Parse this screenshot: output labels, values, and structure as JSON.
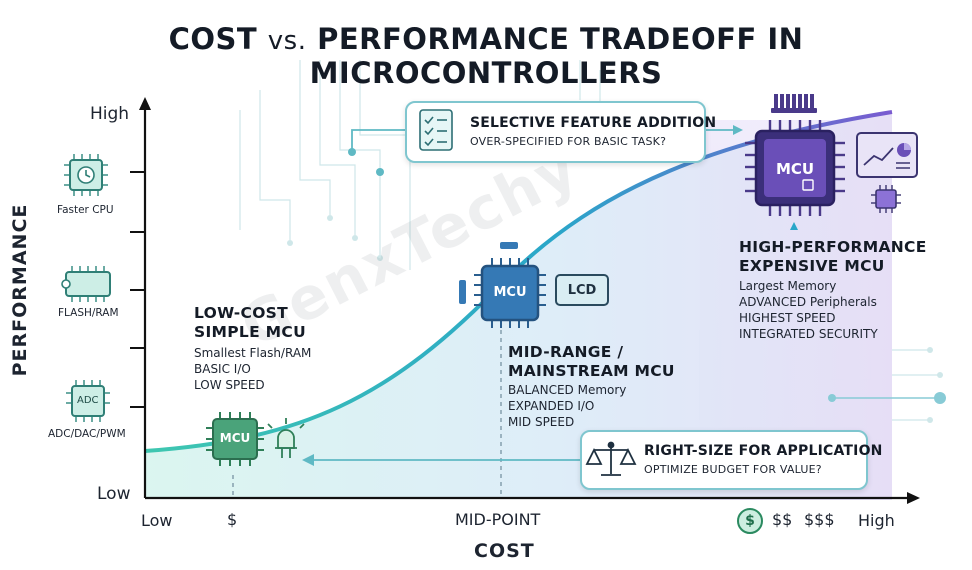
{
  "title_main_1": "COST",
  "title_vs": "vs.",
  "title_main_2": "PERFORMANCE TRADEOFF IN MICROCONTROLLERS",
  "y_axis": {
    "label": "PERFORMANCE",
    "high": "High",
    "low": "Low"
  },
  "x_axis": {
    "label": "COST",
    "low": "Low",
    "tick_1": "$",
    "mid": "MID-POINT",
    "tick_2": "$$",
    "tick_3": "$$$",
    "high": "High",
    "coin": "$"
  },
  "sidebar": {
    "cpu": "Faster CPU",
    "mem": "FLASH/RAM",
    "adc_chip": "ADC",
    "adc": "ADC/DAC/PWM"
  },
  "low_cost": {
    "title_1": "LOW-COST",
    "title_2": "SIMPLE MCU",
    "items": [
      "Smallest Flash/RAM",
      "BASIC I/O",
      "LOW SPEED"
    ],
    "chip": "MCU"
  },
  "mid_range": {
    "title_1": "MID-RANGE /",
    "title_2": "MAINSTREAM MCU",
    "items": [
      "BALANCED Memory",
      "EXPANDED I/O",
      "MID SPEED"
    ],
    "chip": "MCU",
    "lcd": "LCD"
  },
  "high_perf": {
    "title_1": "HIGH-PERFORMANCE",
    "title_2": "EXPENSIVE MCU",
    "items": [
      "Largest Memory",
      "ADVANCED Peripherals",
      "HIGHEST SPEED",
      "INTEGRATED SECURITY"
    ],
    "chip": "MCU"
  },
  "callout_top": {
    "title": "SELECTIVE FEATURE ADDITION",
    "subtitle": "OVER-SPECIFIED FOR BASIC TASK?"
  },
  "callout_bottom": {
    "title": "RIGHT-SIZE FOR APPLICATION",
    "subtitle": "OPTIMIZE BUDGET FOR VALUE?"
  },
  "watermark": "GenxTechy",
  "colors": {
    "curve": "#2ab5b9",
    "low_chip": "#4aa37a",
    "mid_chip": "#3579b5",
    "high_chip": "#6a4fb8",
    "callout_border": "#7fc6cf"
  }
}
